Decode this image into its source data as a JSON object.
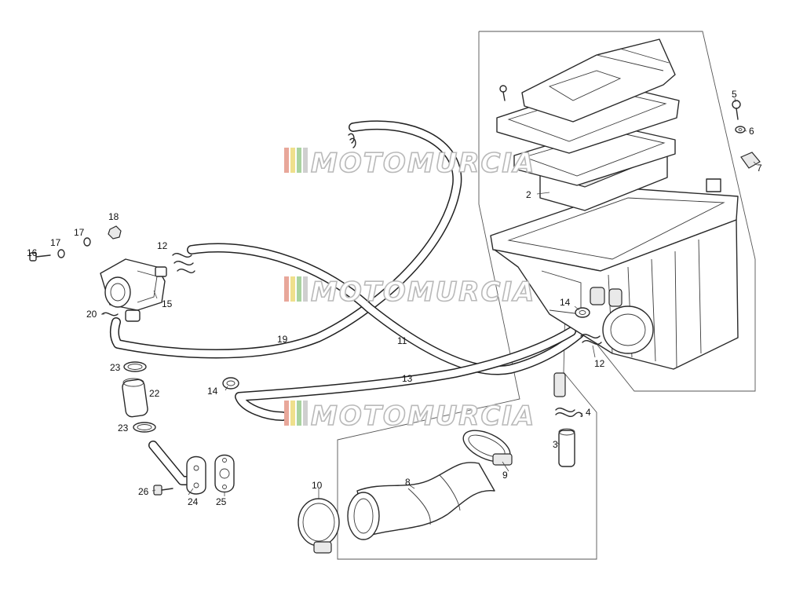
{
  "watermark": {
    "text": "MOTOMURCIA",
    "colors": [
      "#e8a79a",
      "#efe08c",
      "#a9d3a0",
      "#cfcfcf"
    ]
  },
  "diagram": {
    "labels": {
      "p2": "2",
      "p3": "3",
      "p4": "4",
      "p5": "5",
      "p6": "6",
      "p7": "7",
      "p8": "8",
      "p9": "9",
      "p10": "10",
      "p11": "11",
      "p12a": "12",
      "p12b": "12",
      "p13": "13",
      "p14a": "14",
      "p14b": "14",
      "p15": "15",
      "p16": "16",
      "p17a": "17",
      "p17b": "17",
      "p18": "18",
      "p19": "19",
      "p20": "20",
      "p22": "22",
      "p23a": "23",
      "p23b": "23",
      "p24": "24",
      "p25": "25",
      "p26": "26"
    }
  }
}
